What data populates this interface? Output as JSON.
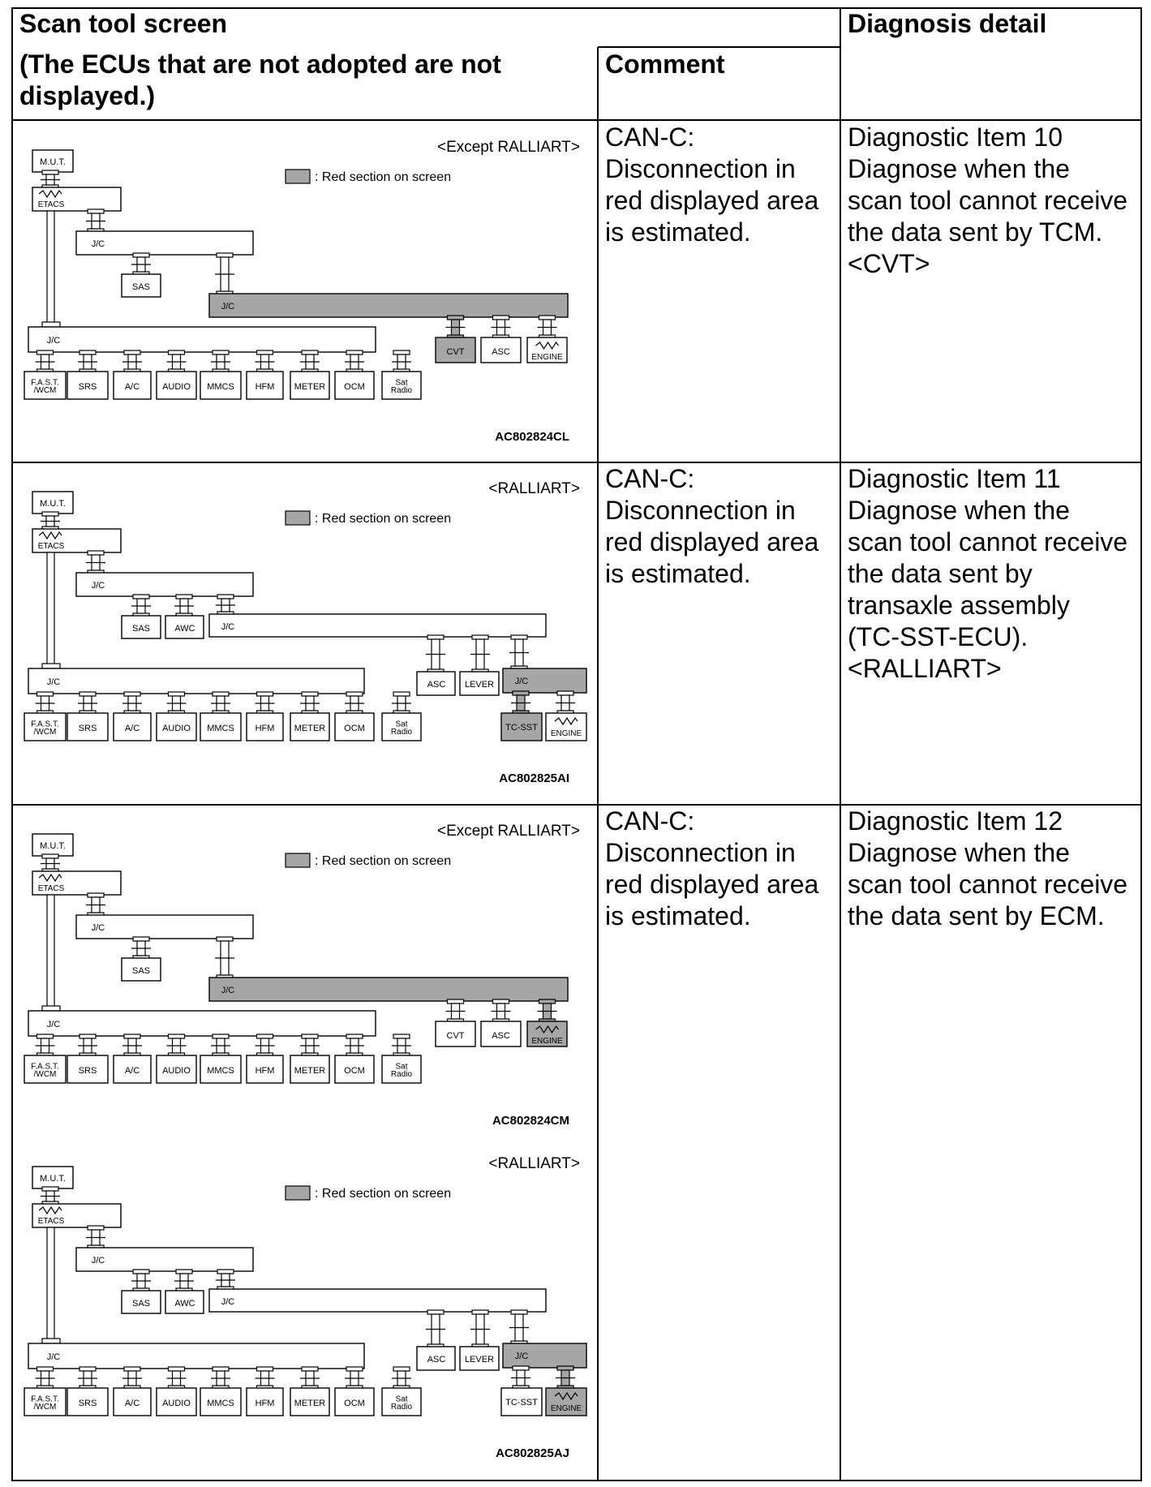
{
  "header": {
    "scan_tool_screen": "Scan tool screen",
    "ecu_note": "(The ECUs that are not adopted are not displayed.)",
    "comment": "Comment",
    "diagnosis_detail": "Diagnosis detail"
  },
  "legend_text": ": Red section on screen",
  "rows": [
    {
      "comment": "CAN-C:\nDisconnection in\nred displayed area\nis estimated.",
      "detail": "Diagnostic Item 10\nDiagnose when the\nscan tool cannot receive\nthe data sent by TCM.\n<CVT>"
    },
    {
      "comment": "CAN-C:\nDisconnection in\nred displayed area\nis estimated.",
      "detail": "Diagnostic Item 11\nDiagnose when the\nscan tool cannot receive\nthe data sent by\ntransaxle assembly\n(TC-SST-ECU).\n<RALLIART>"
    },
    {
      "comment": "CAN-C:\nDisconnection in\nred displayed area\nis estimated.",
      "detail": "Diagnostic Item 12\nDiagnose when the\nscan tool cannot receive\nthe data sent by ECM."
    }
  ],
  "diagrams": [
    {
      "variant": "<Except RALLIART>",
      "code": "AC802824CL",
      "labels": {
        "mut": "M.U.T.",
        "etacs": "ETACS",
        "jc": "J/C",
        "sas": "SAS",
        "cvt": "CVT",
        "asc": "ASC",
        "engine": "ENGINE",
        "bottom": [
          "F.A.S.T.\n/WCM",
          "SRS",
          "A/C",
          "AUDIO",
          "MMCS",
          "HFM",
          "METER",
          "OCM",
          "Sat\nRadio"
        ]
      },
      "highlight": [
        "jc-upper-right",
        "cvt"
      ]
    },
    {
      "variant": "<RALLIART>",
      "code": "AC802825AI",
      "labels": {
        "mut": "M.U.T.",
        "etacs": "ETACS",
        "jc": "J/C",
        "sas": "SAS",
        "awc": "AWC",
        "asc": "ASC",
        "lever": "LEVER",
        "tcsst": "TC-SST",
        "engine": "ENGINE",
        "bottom": [
          "F.A.S.T.\n/WCM",
          "SRS",
          "A/C",
          "AUDIO",
          "MMCS",
          "HFM",
          "METER",
          "OCM",
          "Sat\nRadio"
        ]
      },
      "highlight": [
        "jc-right",
        "tcsst"
      ]
    },
    {
      "variant": "<Except RALLIART>",
      "code": "AC802824CM",
      "labels": {
        "mut": "M.U.T.",
        "etacs": "ETACS",
        "jc": "J/C",
        "sas": "SAS",
        "cvt": "CVT",
        "asc": "ASC",
        "engine": "ENGINE",
        "bottom": [
          "F.A.S.T.\n/WCM",
          "SRS",
          "A/C",
          "AUDIO",
          "MMCS",
          "HFM",
          "METER",
          "OCM",
          "Sat\nRadio"
        ]
      },
      "highlight": [
        "jc-upper-right",
        "engine"
      ]
    },
    {
      "variant": "<RALLIART>",
      "code": "AC802825AJ",
      "labels": {
        "mut": "M.U.T.",
        "etacs": "ETACS",
        "jc": "J/C",
        "sas": "SAS",
        "awc": "AWC",
        "asc": "ASC",
        "lever": "LEVER",
        "tcsst": "TC-SST",
        "engine": "ENGINE",
        "bottom": [
          "F.A.S.T.\n/WCM",
          "SRS",
          "A/C",
          "AUDIO",
          "MMCS",
          "HFM",
          "METER",
          "OCM",
          "Sat\nRadio"
        ]
      },
      "highlight": [
        "jc-right",
        "engine"
      ]
    }
  ],
  "colors": {
    "highlight": "#a6a6a6",
    "line": "#000000",
    "background": "#ffffff"
  }
}
